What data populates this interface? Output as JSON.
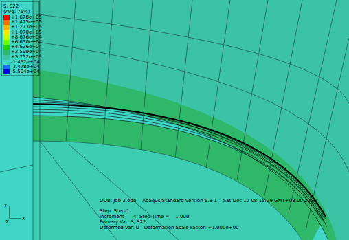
{
  "diagram": {
    "labels": [
      "S, S22",
      "(Avg: 75%)",
      "ODB: Job-2.odb    Abaqus/Standard Version 6.8-1    Sat Dec 12 08:15:29 GMT+08:00 2009",
      "Step: Step-1",
      "Increment      4: Step Time =    1.000",
      "Primary Var: S, S22",
      "Deformed Var: U   Deformation Scale Factor: +1.000e+00",
      "Y",
      "X",
      "Z"
    ],
    "legend": [
      {
        "text": "+1.678e+05",
        "color": "#ff0000"
      },
      {
        "text": "+1.475e+05",
        "color": "#ff6a00"
      },
      {
        "text": "+1.273e+05",
        "color": "#ffb400"
      },
      {
        "text": "+1.070e+05",
        "color": "#ffee00"
      },
      {
        "text": "+8.676e+04",
        "color": "#c8ff00"
      },
      {
        "text": "+6.650e+04",
        "color": "#6eff00"
      },
      {
        "text": "+4.626e+04",
        "color": "#1fd400"
      },
      {
        "text": "+2.599e+04",
        "color": "#2fb86a"
      },
      {
        "text": "+5.732e+03",
        "color": "#3cc3a6"
      },
      {
        "text": "-1.452e+04",
        "color": "#3fd6c6"
      },
      {
        "text": "-3.478e+04",
        "color": "#1e6cff"
      },
      {
        "text": "-5.504e+04",
        "color": "#0000e6"
      }
    ]
  }
}
